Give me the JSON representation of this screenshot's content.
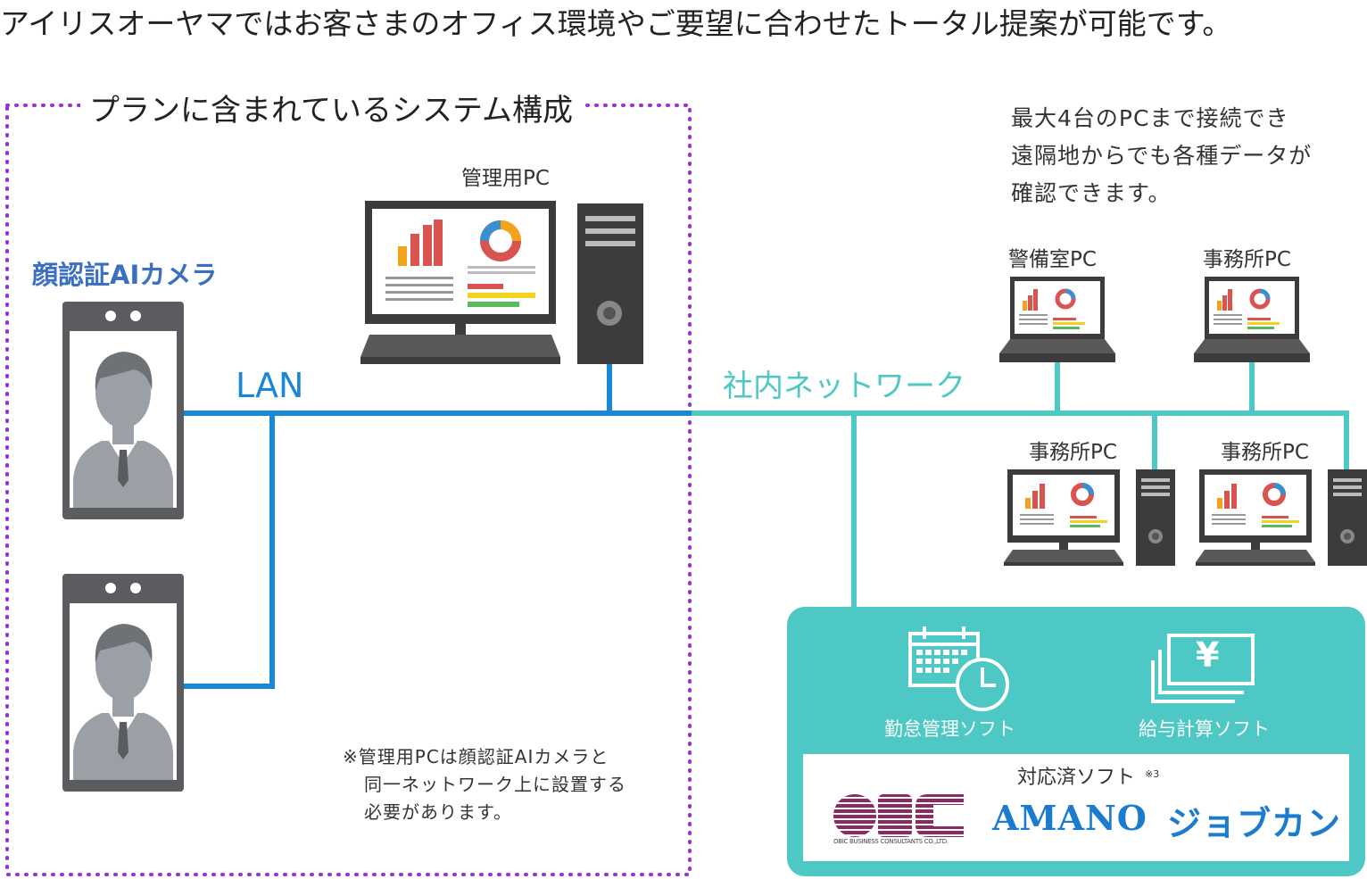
{
  "headline": "アイリスオーヤマではお客さまのオフィス環境やご要望に合わせたトータル提案が可能です。",
  "plan": {
    "title": "プランに含まれているシステム構成",
    "camera_title": "顔認証AIカメラ",
    "lan_label": "LAN",
    "admin_pc_label": "管理用PC",
    "note_lines": [
      "※管理用PCは顔認証AIカメラと",
      "同一ネットワーク上に設置する",
      "必要があります。"
    ]
  },
  "network": {
    "label": "社内ネットワーク",
    "description_lines": [
      "最大4台のPCまで接続でき",
      "遠隔地からでも各種データが",
      "確認できます。"
    ],
    "pcs": [
      {
        "label": "警備室PC"
      },
      {
        "label": "事務所PC"
      },
      {
        "label": "事務所PC"
      },
      {
        "label": "事務所PC"
      }
    ]
  },
  "software": {
    "attendance_label": "勤怠管理ソフト",
    "payroll_label": "給与計算ソフト",
    "compatible_title": "対応済ソフト",
    "compatible_note": "※3",
    "logos": {
      "obc_text": "OBC",
      "obc_sub": "OBIC BUSINESS CONSULTANTS CO.,LTD.",
      "amano": "AMANO",
      "jobcan": "ジョブカン"
    }
  },
  "colors": {
    "lan": "#1a86d6",
    "network": "#4ec8c4",
    "plan_border": "#9b2fd6",
    "camera_title": "#3a6fc2",
    "device": "#3d3b3c",
    "logo_blue": "#1b7bcf",
    "obc_purple": "#8c2a63"
  }
}
